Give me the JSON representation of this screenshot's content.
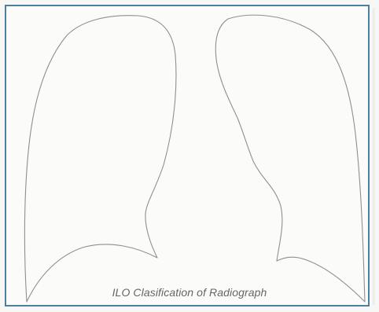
{
  "figure": {
    "caption": "ILO Clasification of Radiograph",
    "left_lung": "left-lung-outline",
    "right_lung": "right-lung-outline"
  },
  "colors": {
    "frame_border": "#4e7f9f",
    "outline_stroke": "#8f8f8f",
    "caption_text": "#666666",
    "background": "#fbfbfa"
  }
}
